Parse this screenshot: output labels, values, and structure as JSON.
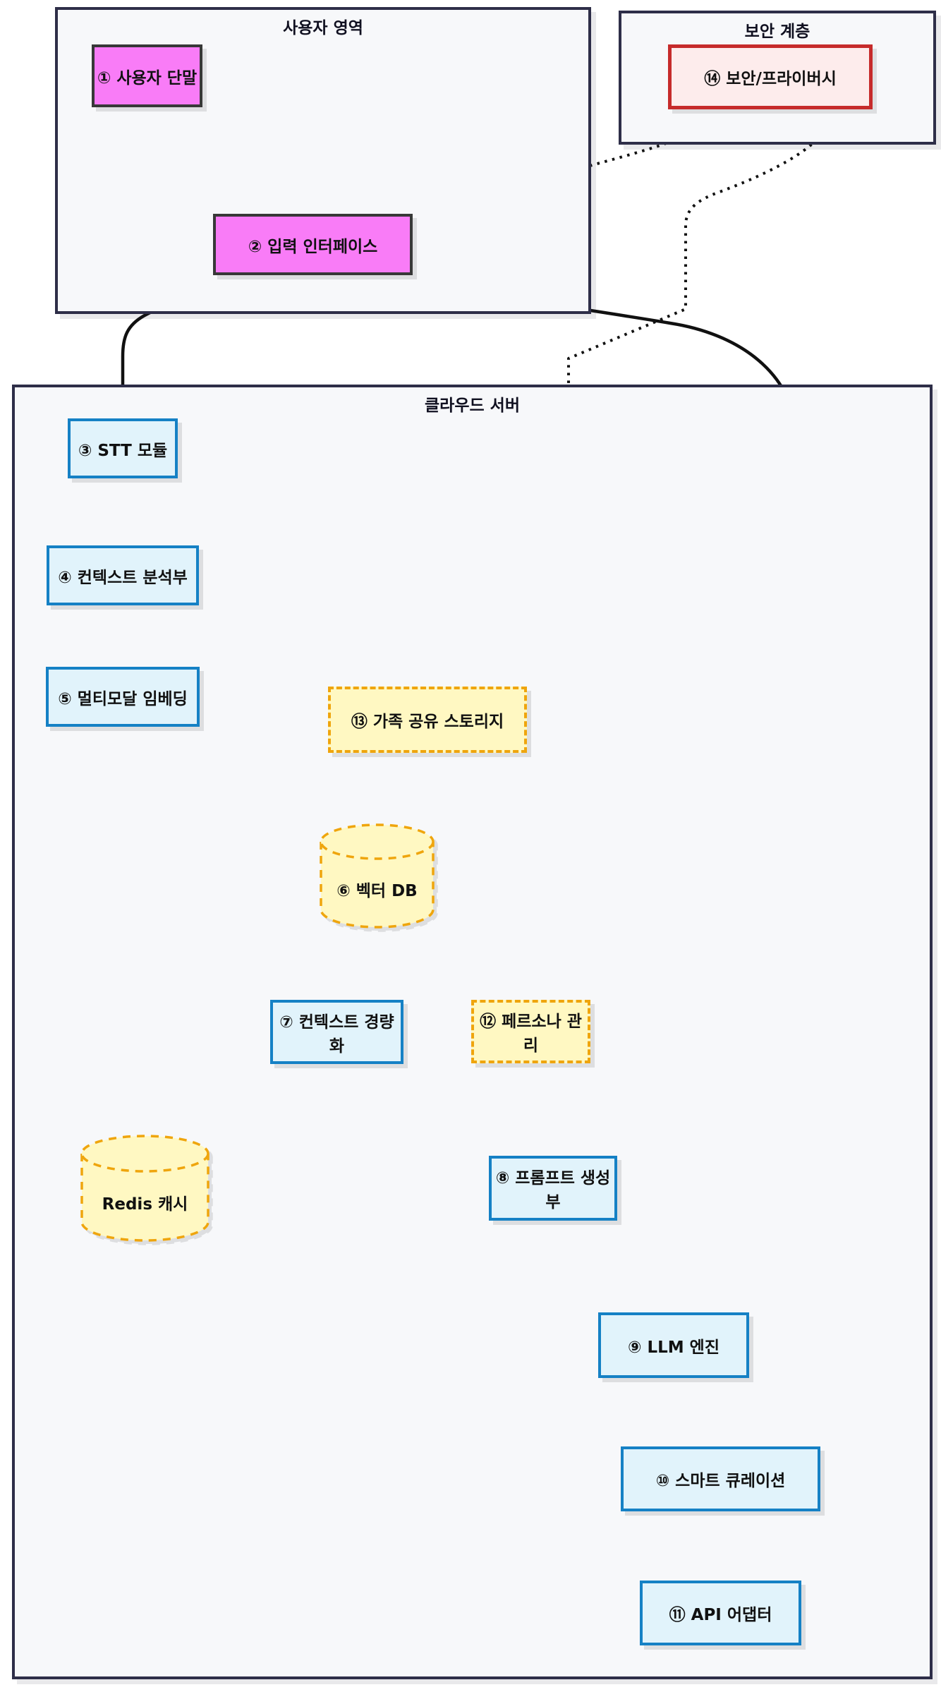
{
  "diagram_type": "flowchart",
  "containers": {
    "user_area": {
      "title": "사용자 영역"
    },
    "security_layer": {
      "title": "보안 계층"
    },
    "cloud_server": {
      "title": "클라우드 서버"
    }
  },
  "nodes": {
    "n1": {
      "label": "① 사용자 단말",
      "shape": "rect",
      "style": "magenta"
    },
    "n2": {
      "label": "② 입력 인터페이스",
      "shape": "rect",
      "style": "magenta"
    },
    "n3": {
      "label": "③ STT 모듈",
      "shape": "rect",
      "style": "blue"
    },
    "n4": {
      "label": "④ 컨텍스트 분석부",
      "shape": "rect",
      "style": "blue"
    },
    "n5": {
      "label": "⑤ 멀티모달 임베딩",
      "shape": "rect",
      "style": "blue"
    },
    "n6": {
      "label": "⑥ 벡터 DB",
      "shape": "cylinder",
      "style": "yellow-dashed"
    },
    "n7": {
      "label": "⑦ 컨텍스트 경량화",
      "shape": "rect",
      "style": "blue"
    },
    "n8": {
      "label": "⑧ 프롬프트 생성부",
      "shape": "rect",
      "style": "blue"
    },
    "n9": {
      "label": "⑨ LLM 엔진",
      "shape": "rect",
      "style": "blue"
    },
    "n10": {
      "label": "⑩ 스마트 큐레이션",
      "shape": "rect",
      "style": "blue"
    },
    "n11": {
      "label": "⑪ API 어댑터",
      "shape": "rect",
      "style": "blue"
    },
    "n12": {
      "label": "⑫ 페르소나 관리",
      "shape": "rect",
      "style": "yellow-dashed"
    },
    "n13": {
      "label": "⑬ 가족 공유 스토리지",
      "shape": "rect",
      "style": "yellow-dashed"
    },
    "n14": {
      "label": "⑭ 보안/프라이버시",
      "shape": "rect",
      "style": "red"
    },
    "redis": {
      "label": "Redis 캐시",
      "shape": "cylinder",
      "style": "yellow-dashed"
    }
  },
  "edges": [
    {
      "from": "① 사용자 단말",
      "to": "② 입력 인터페이스",
      "style": "solid",
      "bidirectional": false
    },
    {
      "from": "⑭ 보안/프라이버시",
      "to": "② 입력 인터페이스",
      "style": "dotted",
      "bidirectional": false
    },
    {
      "from": "⑭ 보안/프라이버시",
      "to": "⑥ 벡터 DB",
      "style": "dotted",
      "bidirectional": false
    },
    {
      "from": "② 입력 인터페이스",
      "to": "③ STT 모듈",
      "style": "solid",
      "bidirectional": false
    },
    {
      "from": "③ STT 모듈",
      "to": "④ 컨텍스트 분석부",
      "style": "solid",
      "bidirectional": false
    },
    {
      "from": "④ 컨텍스트 분석부",
      "to": "⑤ 멀티모달 임베딩",
      "style": "solid",
      "bidirectional": false
    },
    {
      "from": "⑤ 멀티모달 임베딩",
      "to": "⑥ 벡터 DB",
      "style": "solid",
      "bidirectional": false
    },
    {
      "from": "⑬ 가족 공유 스토리지",
      "to": "⑥ 벡터 DB",
      "style": "dotted",
      "bidirectional": false
    },
    {
      "from": "⑥ 벡터 DB",
      "to": "⑦ 컨텍스트 경량화",
      "style": "solid",
      "bidirectional": true
    },
    {
      "from": "⑦ 컨텍스트 경량화",
      "to": "Redis 캐시",
      "style": "solid",
      "bidirectional": true
    },
    {
      "from": "⑦ 컨텍스트 경량화",
      "to": "⑧ 프롬프트 생성부",
      "style": "solid",
      "bidirectional": false
    },
    {
      "from": "⑫ 페르소나 관리",
      "to": "⑧ 프롬프트 생성부",
      "style": "solid",
      "bidirectional": false
    },
    {
      "from": "⑧ 프롬프트 생성부",
      "to": "⑨ LLM 엔진",
      "style": "solid",
      "bidirectional": false
    },
    {
      "from": "⑨ LLM 엔진",
      "to": "⑩ 스마트 큐레이션",
      "style": "solid",
      "bidirectional": false
    },
    {
      "from": "⑩ 스마트 큐레이션",
      "to": "⑪ API 어댑터",
      "style": "solid",
      "bidirectional": false
    },
    {
      "from": "⑪ API 어댑터",
      "to": "⑩ 스마트 큐레이션",
      "style": "solid",
      "bidirectional": false
    },
    {
      "from": "⑩ 스마트 큐레이션",
      "to": "② 입력 인터페이스",
      "style": "solid",
      "bidirectional": false
    }
  ],
  "colors": {
    "magenta_fill": "#f97cf7",
    "magenta_border": "#383838",
    "red_fill": "#fdecec",
    "red_border": "#c62b2b",
    "blue_fill": "#e1f3fb",
    "blue_border": "#1581c5",
    "yellow_fill": "#fff8c2",
    "yellow_border": "#efa50d",
    "container_fill": "#f7f8fa",
    "container_border": "#2e2e48",
    "edge": "#111111"
  }
}
